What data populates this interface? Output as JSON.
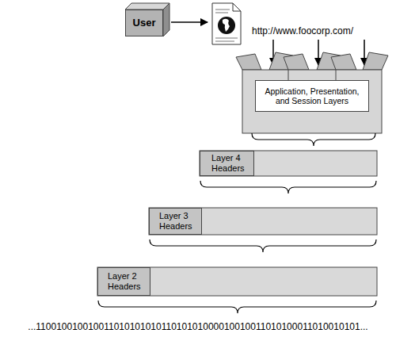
{
  "diagram": {
    "nodes": [
      {
        "text": [
          "User"
        ]
      },
      {
        "text": [
          "Application, Presentation, and Session Layers"
        ]
      },
      {
        "text": [
          "Layer 4 Headers"
        ]
      },
      {
        "text": [
          "Layer 3 Headers"
        ]
      },
      {
        "text": [
          "Layer 2 Headers"
        ]
      }
    ],
    "labels": [
      "http://www.foocorp.com/",
      "...11001001001001101010101011010101000010010011010100011010010101..."
    ]
  }
}
